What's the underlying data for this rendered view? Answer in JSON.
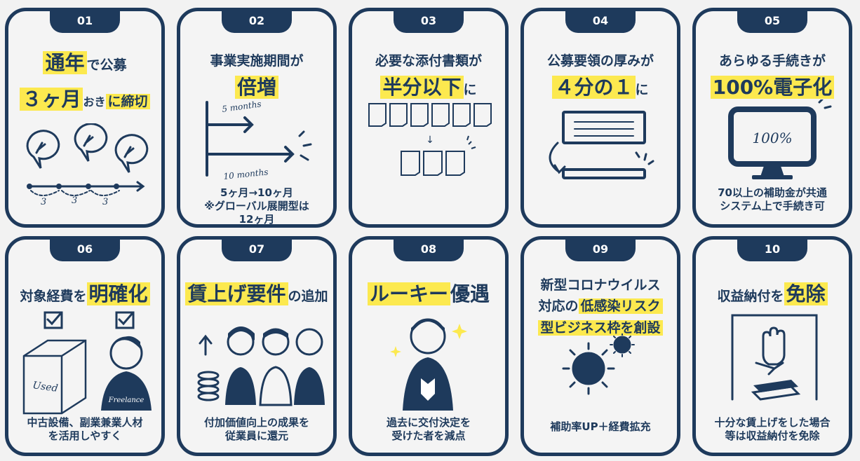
{
  "cards": [
    {
      "num": "01",
      "t1a": "通年",
      "t1b": "で公募",
      "t2a": "３ヶ月",
      "t2b": "おき",
      "t2c": "に締切",
      "ill_labels": [
        "3",
        "3",
        "3"
      ]
    },
    {
      "num": "02",
      "t1": "事業実施期間が",
      "t2": "倍増",
      "ill_labels": [
        "5 months",
        "10 months"
      ],
      "foot": [
        "5ヶ月→10ヶ月",
        "※グローバル展開型は",
        "12ヶ月"
      ]
    },
    {
      "num": "03",
      "t1": "必要な添付書類が",
      "t2a": "半分以下",
      "t2b": "に",
      "arrow": "↓"
    },
    {
      "num": "04",
      "t1": "公募要領の厚みが",
      "t2a": "４分の１",
      "t2b": "に"
    },
    {
      "num": "05",
      "t1": "あらゆる手続きが",
      "t2": "100%電子化",
      "ill_label": "100%",
      "foot": [
        "70以上の補助金が共通",
        "システム上で手続き可"
      ]
    },
    {
      "num": "06",
      "t1a": "対象経費を",
      "t1b": "明確化",
      "ill_labels": [
        "Used",
        "Freelance"
      ],
      "foot": [
        "中古設備、副業兼業人材",
        "を活用しやすく"
      ]
    },
    {
      "num": "07",
      "t1a": "賃上げ要件",
      "t1b": "の追加",
      "foot": [
        "付加価値向上の成果を",
        "従業員に還元"
      ]
    },
    {
      "num": "08",
      "t1a": "ルーキー",
      "t1b": "優遇",
      "foot": [
        "過去に交付決定を",
        "受けた者を減点"
      ]
    },
    {
      "num": "09",
      "t1": "新型コロナウイルス",
      "t2a": "対応の",
      "t2b": "低感染リスク",
      "t3": "型ビジネス枠を創設",
      "foot": [
        "補助率UP＋経費拡充"
      ]
    },
    {
      "num": "10",
      "t1a": "収益納付を",
      "t1b": "免除",
      "foot": [
        "十分な賃上げをした場合",
        "等は収益納付を免除"
      ]
    }
  ],
  "colors": {
    "navy": "#1e3a5c",
    "highlight": "#fce94f",
    "background": "#f2f2f2"
  }
}
